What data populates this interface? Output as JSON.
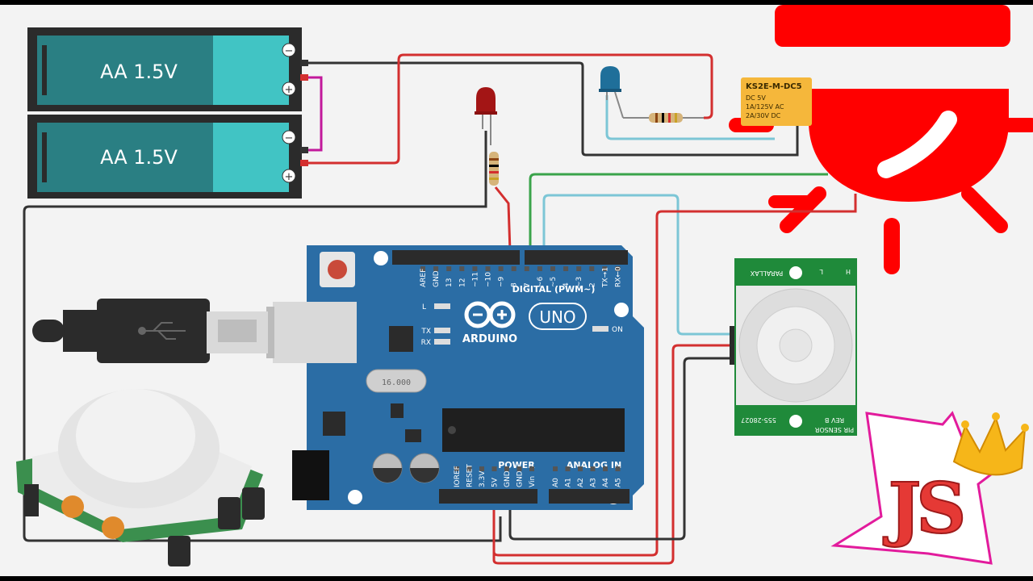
{
  "batteries": [
    {
      "label": "AA 1.5V",
      "minus": "−",
      "plus": "+"
    },
    {
      "label": "AA 1.5V",
      "minus": "−",
      "plus": "+"
    }
  ],
  "relay": {
    "model": "KS2E-M-DC5",
    "line1": "DC 5V",
    "line2": "1A/125V AC",
    "line3": "2A/30V DC"
  },
  "arduino": {
    "brand": "ARDUINO",
    "model": "UNO",
    "digital_label": "DIGITAL (PWM~)",
    "power_label": "POWER",
    "analog_label": "ANALOG IN",
    "on_label": "ON",
    "led_l": "L",
    "led_tx": "TX",
    "led_rx": "RX",
    "crystal": "16.000",
    "top_pins": [
      "AREF",
      "GND",
      "13",
      "12",
      "~11",
      "~10",
      "~9",
      "8",
      "7",
      "~6",
      "~5",
      "4",
      "~3",
      "2",
      "TX→1",
      "RX←0"
    ],
    "power_pins": [
      "IOREF",
      "RESET",
      "3.3V",
      "5V",
      "GND",
      "GND",
      "Vin"
    ],
    "analog_pins": [
      "A0",
      "A1",
      "A2",
      "A3",
      "A4",
      "A5"
    ]
  },
  "pir": {
    "brand": "PARALLAX",
    "sensor": "PIR SENSOR",
    "rev": "REV B",
    "part": "555-28027",
    "pin_l": "L",
    "pin_h": "H"
  },
  "logo": {
    "letters": "JS"
  },
  "colors": {
    "wire_red": "#d32f2f",
    "wire_black": "#333333",
    "wire_blue": "#7cc6d6",
    "wire_green": "#3aa34a",
    "wire_magenta": "#c2189b",
    "battery": "#2a7f83",
    "arduino": "#2b6da5",
    "alarm": "#ff0000",
    "relay": "#f5b73b"
  }
}
